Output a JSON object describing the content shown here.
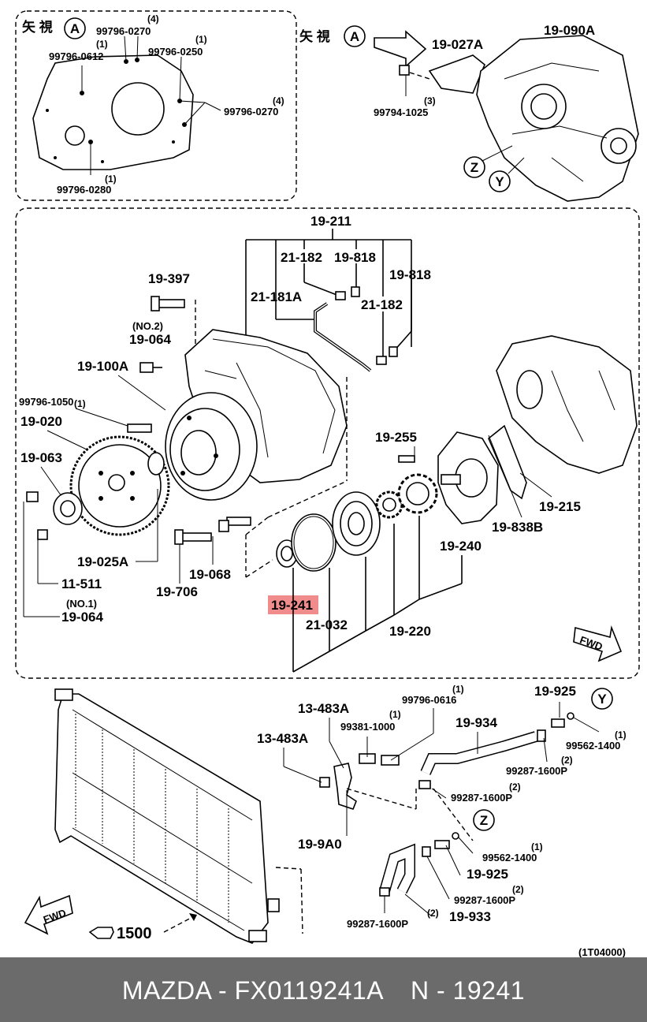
{
  "view_labels": {
    "view_a_jp": "矢 視",
    "marker_a": "A",
    "marker_y": "Y",
    "marker_z": "Z"
  },
  "top_left": {
    "qty_0270_top": "(4)",
    "p_0270_top": "99796-0270",
    "qty_0612": "(1)",
    "p_0612": "99796-0612",
    "qty_0250": "(1)",
    "p_0250": "99796-0250",
    "qty_0270_right": "(4)",
    "p_0270_right": "99796-0270",
    "qty_0280": "(1)",
    "p_0280": "99796-0280"
  },
  "top_right": {
    "p_19_090a": "19-090A",
    "p_19_027a": "19-027A",
    "qty_1025": "(3)",
    "p_1025": "99794-1025"
  },
  "middle": {
    "p_19_211": "19-211",
    "p_21_182_a": "21-182",
    "p_19_818_a": "19-818",
    "p_19_818_b": "19-818",
    "p_21_181a": "21-181A",
    "p_21_182_b": "21-182",
    "p_19_397": "19-397",
    "qty_no2": "(NO.2)",
    "p_19_064_a": "19-064",
    "p_19_100a": "19-100A",
    "qty_1050": "(1)",
    "p_1050": "99796-1050",
    "p_19_020": "19-020",
    "p_19_063": "19-063",
    "p_19_255": "19-255",
    "p_19_215": "19-215",
    "p_19_838b": "19-838B",
    "p_19_240": "19-240",
    "p_19_025a": "19-025A",
    "p_19_068": "19-068",
    "p_19_706": "19-706",
    "p_11_511": "11-511",
    "qty_no1": "(NO.1)",
    "p_19_064_b": "19-064",
    "p_19_241": "19-241",
    "p_21_032": "21-032",
    "p_19_220": "19-220",
    "fwd": "FWD"
  },
  "bottom": {
    "p_13_483a_a": "13-483A",
    "qty_0616": "(1)",
    "p_0616": "99796-0616",
    "qty_1000": "(1)",
    "p_1000": "99381-1000",
    "p_13_483a_b": "13-483A",
    "p_19_925_a": "19-925",
    "p_19_934": "19-934",
    "qty_1400_a": "(1)",
    "p_1400_a": "99562-1400",
    "qty_1600_a": "(2)",
    "p_1600_a": "99287-1600P",
    "qty_1600_b": "(2)",
    "p_1600_b": "99287-1600P",
    "p_19_9a0": "19-9A0",
    "qty_1400_b": "(1)",
    "p_1400_b": "99562-1400",
    "p_19_925_b": "19-925",
    "qty_1600_c": "(2)",
    "p_1600_c": "99287-1600P",
    "qty_1600_d": "(2)",
    "p_1600_d": "99287-1600P",
    "p_19_933": "19-933",
    "p_1500": "1500",
    "fwd": "FWD",
    "code": "(1T04000)"
  },
  "colors": {
    "highlight": "#f08c8c",
    "footer_bg": "#6b6b6b",
    "footer_text": "#ffffff"
  },
  "footer": {
    "brand_part": "MAZDA - FX0119241A",
    "ref": "N - 19241"
  }
}
